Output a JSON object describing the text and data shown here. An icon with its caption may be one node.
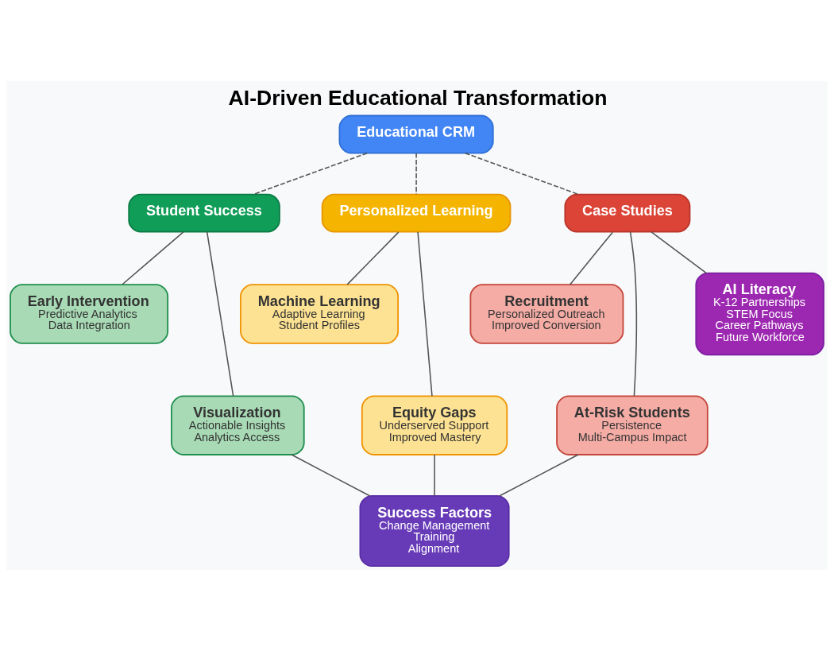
{
  "diagram": {
    "title": "AI-Driven Educational Transformation",
    "nodes": [
      {
        "text": [
          "Educational CRM"
        ]
      },
      {
        "text": [
          "Student Success"
        ]
      },
      {
        "text": [
          "Personalized Learning"
        ]
      },
      {
        "text": [
          "Case Studies"
        ]
      },
      {
        "text": [
          "Early Intervention",
          "Predictive Analytics",
          "Data Integration"
        ]
      },
      {
        "text": [
          "Visualization",
          "Actionable Insights",
          "Analytics Access"
        ]
      },
      {
        "text": [
          "Machine Learning",
          "Adaptive Learning",
          "Student Profiles"
        ]
      },
      {
        "text": [
          "Equity Gaps",
          "Underserved Support",
          "Improved Mastery"
        ]
      },
      {
        "text": [
          "Recruitment",
          "Personalized Outreach",
          "Improved Conversion"
        ]
      },
      {
        "text": [
          "At-Risk Students",
          "Persistence",
          "Multi-Campus Impact"
        ]
      },
      {
        "text": [
          "AI Literacy",
          "K-12 Partnerships",
          "STEM Focus",
          "Career Pathways",
          "Future Workforce"
        ]
      },
      {
        "text": [
          "Success Factors",
          "Change Management",
          "Training",
          "Alignment"
        ]
      }
    ],
    "edges": [
      {
        "from": 0,
        "to": 1,
        "arrow": "none",
        "style": "dashed"
      },
      {
        "from": 0,
        "to": 2,
        "arrow": "none",
        "style": "dashed"
      },
      {
        "from": 0,
        "to": 3,
        "arrow": "none",
        "style": "dashed"
      },
      {
        "from": 1,
        "to": 4,
        "arrow": "none"
      },
      {
        "from": 1,
        "to": 5,
        "arrow": "none"
      },
      {
        "from": 2,
        "to": 6,
        "arrow": "none"
      },
      {
        "from": 2,
        "to": 7,
        "arrow": "none"
      },
      {
        "from": 3,
        "to": 8,
        "arrow": "none"
      },
      {
        "from": 3,
        "to": 9,
        "arrow": "none"
      },
      {
        "from": 3,
        "to": 10,
        "arrow": "none"
      },
      {
        "from": 5,
        "to": 11,
        "arrow": "none"
      },
      {
        "from": 7,
        "to": 11,
        "arrow": "none"
      },
      {
        "from": 9,
        "to": 11,
        "arrow": "none"
      }
    ]
  }
}
